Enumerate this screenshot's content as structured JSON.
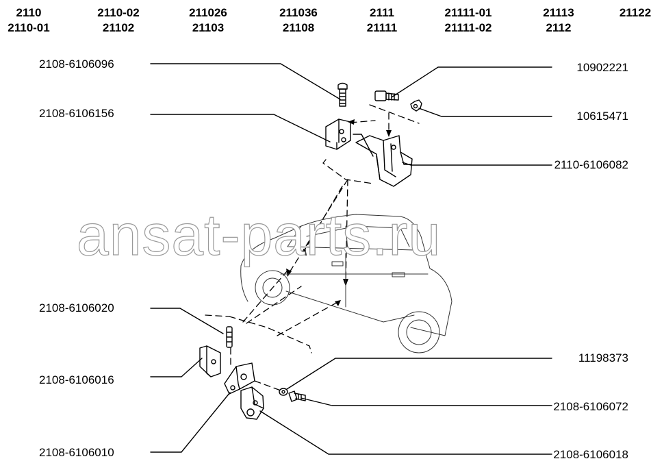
{
  "model_header": [
    {
      "line1": "2110",
      "line2": "2110-01"
    },
    {
      "line1": "2110-02",
      "line2": "21102"
    },
    {
      "line1": "211026",
      "line2": "21103"
    },
    {
      "line1": "211036",
      "line2": "21108"
    },
    {
      "line1": "2111",
      "line2": "21111"
    },
    {
      "line1": "21111-01",
      "line2": "21111-02"
    },
    {
      "line1": "21113",
      "line2": "2112"
    },
    {
      "line1": "21122",
      "line2": ""
    }
  ],
  "parts_left": [
    "2108-6106096",
    "2108-6106156",
    "2108-6106020",
    "2108-6106016",
    "2108-6106010"
  ],
  "parts_right": [
    "10902221",
    "10615471",
    "2110-6106082",
    "11198373",
    "2108-6106072",
    "2108-6106018"
  ],
  "watermark": "ansat-parts.ru"
}
